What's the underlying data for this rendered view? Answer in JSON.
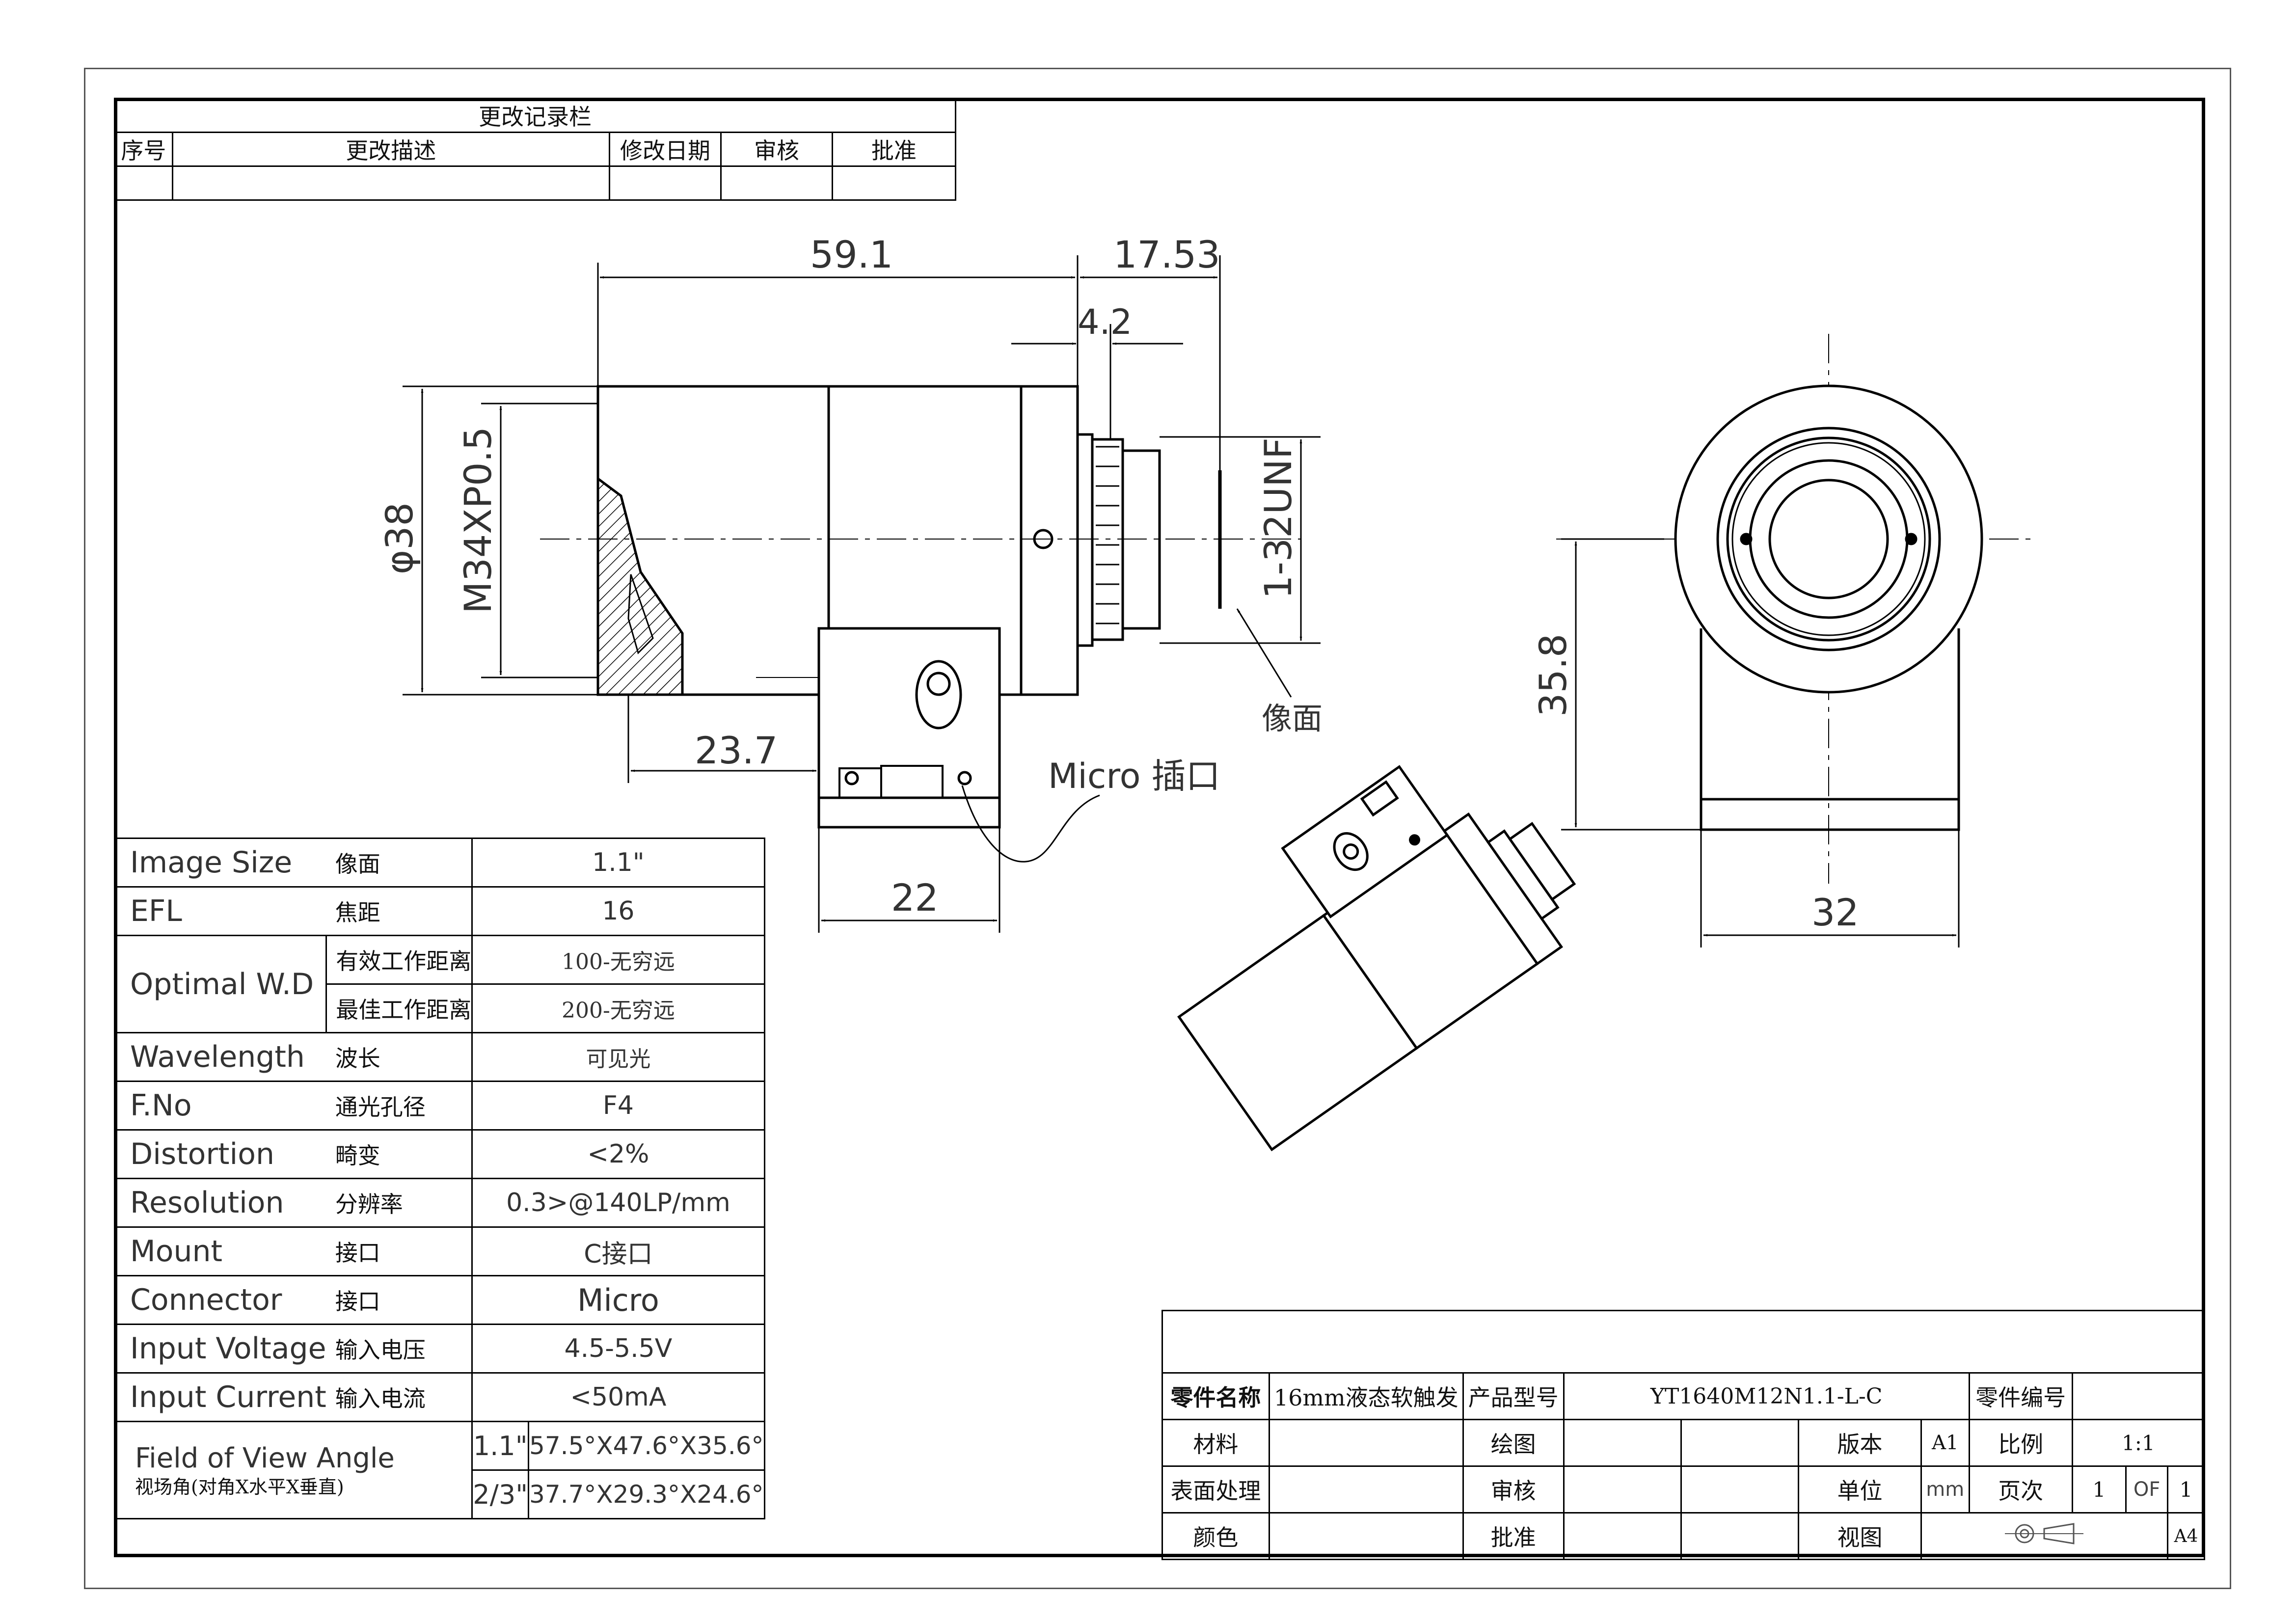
{
  "revision_block": {
    "title": "更改记录栏",
    "headers": [
      "序号",
      "更改描述",
      "修改日期",
      "审核",
      "批准"
    ]
  },
  "dimensions": {
    "length_59_1": "59.1",
    "length_17_53": "17.53",
    "length_4_2": "4.2",
    "diameter_38": "φ38",
    "thread_m34": "M34XP0.5",
    "thread_unf": "1-32UNF",
    "image_plane_label": "像面",
    "length_23_7": "23.7",
    "micro_port_label": "Micro 插口",
    "width_22": "22",
    "height_35_8": "35.8",
    "width_32": "32"
  },
  "specs": [
    {
      "en": "Image Size",
      "cn": "像面",
      "value": "1.1\""
    },
    {
      "en": "EFL",
      "cn": "焦距",
      "value": "16"
    },
    {
      "en": "Optimal W.D",
      "rows": [
        {
          "cn": "有效工作距离",
          "value": "100-无穷远"
        },
        {
          "cn": "最佳工作距离",
          "value": "200-无穷远"
        }
      ]
    },
    {
      "en": "Wavelength",
      "cn": "波长",
      "value": "可见光"
    },
    {
      "en": "F.No",
      "cn": "通光孔径",
      "value": "F4"
    },
    {
      "en": "Distortion",
      "cn": "畸变",
      "value": "<2%"
    },
    {
      "en": "Resolution",
      "cn": "分辨率",
      "value": "0.3>@140LP/mm"
    },
    {
      "en": "Mount",
      "cn": "接口",
      "value": "C接口"
    },
    {
      "en": "Connector",
      "cn": "接口",
      "value": "Micro"
    },
    {
      "en": "Input Voltage",
      "cn": "输入电压",
      "value": "4.5-5.5V"
    },
    {
      "en": "Input Current",
      "cn": "输入电流",
      "value": "<50mA"
    }
  ],
  "fov": {
    "en": "Field of View Angle",
    "cn": "视场角(对角X水平X垂直)",
    "rows": [
      {
        "format": "1.1\"",
        "value": "57.5°X47.6°X35.6°"
      },
      {
        "format": "2/3\"",
        "value": "37.7°X29.3°X24.6°"
      }
    ]
  },
  "title_block": {
    "part_name_label": "零件名称",
    "part_name": "16mm液态软触发",
    "model_label": "产品型号",
    "model": "YT1640M12N1.1-L-C",
    "part_no_label": "零件编号",
    "material_label": "材料",
    "drawing_label": "绘图",
    "version_label": "版本",
    "version": "A1",
    "scale_label": "比例",
    "scale": "1:1",
    "surface_label": "表面处理",
    "review_label": "审核",
    "unit_label": "单位",
    "unit": "mm",
    "page_label": "页次",
    "page_current": "1",
    "page_of": "OF",
    "page_total": "1",
    "color_label": "颜色",
    "approve_label": "批准",
    "view_label": "视图",
    "sheet_size": "A4"
  }
}
